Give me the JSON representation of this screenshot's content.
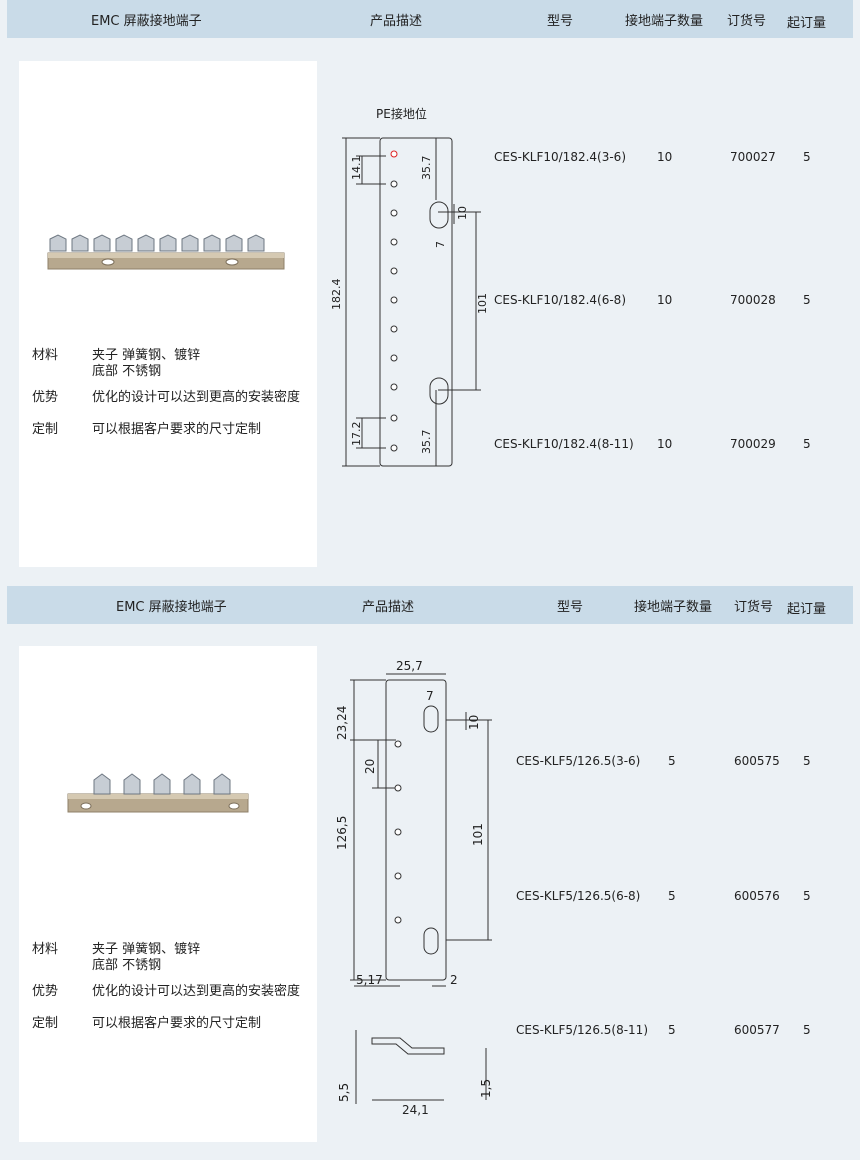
{
  "header": {
    "col_product": "EMC 屏蔽接地端子",
    "col_desc": "产品描述",
    "col_model": "型号",
    "col_count": "接地端子数量",
    "col_order": "订货号",
    "col_moq": "起订量"
  },
  "sections": [
    {
      "specs": [
        {
          "label": "材料",
          "value": "夹子 弹簧钢、镀锌",
          "value2": "底部 不锈钢"
        },
        {
          "label": "优势",
          "value": "优化的设计可以达到更高的安装密度"
        },
        {
          "label": "定制",
          "value": "可以根据客户要求的尺寸定制"
        }
      ],
      "drawing": {
        "pe_label": "PE接地位",
        "dims": [
          "182.4",
          "14.1",
          "35.7",
          "10",
          "7",
          "101",
          "17.2",
          "35.7"
        ]
      },
      "rows": [
        {
          "model": "CES-KLF10/182.4(3-6)",
          "count": "10",
          "order": "700027",
          "moq": "5"
        },
        {
          "model": "CES-KLF10/182.4(6-8)",
          "count": "10",
          "order": "700028",
          "moq": "5"
        },
        {
          "model": "CES-KLF10/182.4(8-11)",
          "count": "10",
          "order": "700029",
          "moq": "5"
        }
      ]
    },
    {
      "specs": [
        {
          "label": "材料",
          "value": "夹子 弹簧钢、镀锌",
          "value2": "底部 不锈钢"
        },
        {
          "label": "优势",
          "value": "优化的设计可以达到更高的安装密度"
        },
        {
          "label": "定制",
          "value": "可以根据客户要求的尺寸定制"
        }
      ],
      "drawing": {
        "dims": [
          "25,7",
          "7",
          "23,24",
          "10",
          "20",
          "126,5",
          "101",
          "5,17",
          "2",
          "5,5",
          "24,1",
          "1,5"
        ]
      },
      "rows": [
        {
          "model": "CES-KLF5/126.5(3-6)",
          "count": "5",
          "order": "600575",
          "moq": "5"
        },
        {
          "model": "CES-KLF5/126.5(6-8)",
          "count": "5",
          "order": "600576",
          "moq": "5"
        },
        {
          "model": "CES-KLF5/126.5(8-11)",
          "count": "5",
          "order": "600577",
          "moq": "5"
        }
      ]
    }
  ]
}
